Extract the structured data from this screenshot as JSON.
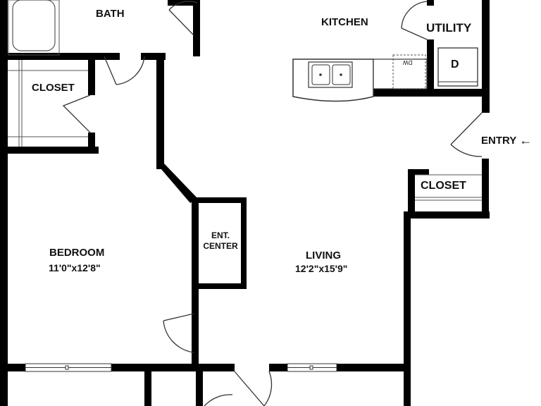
{
  "rooms": {
    "bath": "BATH",
    "kitchen": "KITCHEN",
    "utility": "UTILITY",
    "closet_left": "CLOSET",
    "closet_right": "CLOSET",
    "entry": "ENTRY",
    "bedroom": "BEDROOM",
    "bedroom_dim": "11'0\"x12'8\"",
    "living": "LIVING",
    "living_dim": "12'2\"x15'9\"",
    "ent_line1": "ENT.",
    "ent_line2": "CENTER"
  },
  "fixtures": {
    "dryer": "D",
    "dishwasher": "DW"
  },
  "icons": {
    "entry_arrow": "←"
  },
  "colors": {
    "wall": "#000000",
    "fixture": "#555555",
    "background": "#ffffff"
  }
}
